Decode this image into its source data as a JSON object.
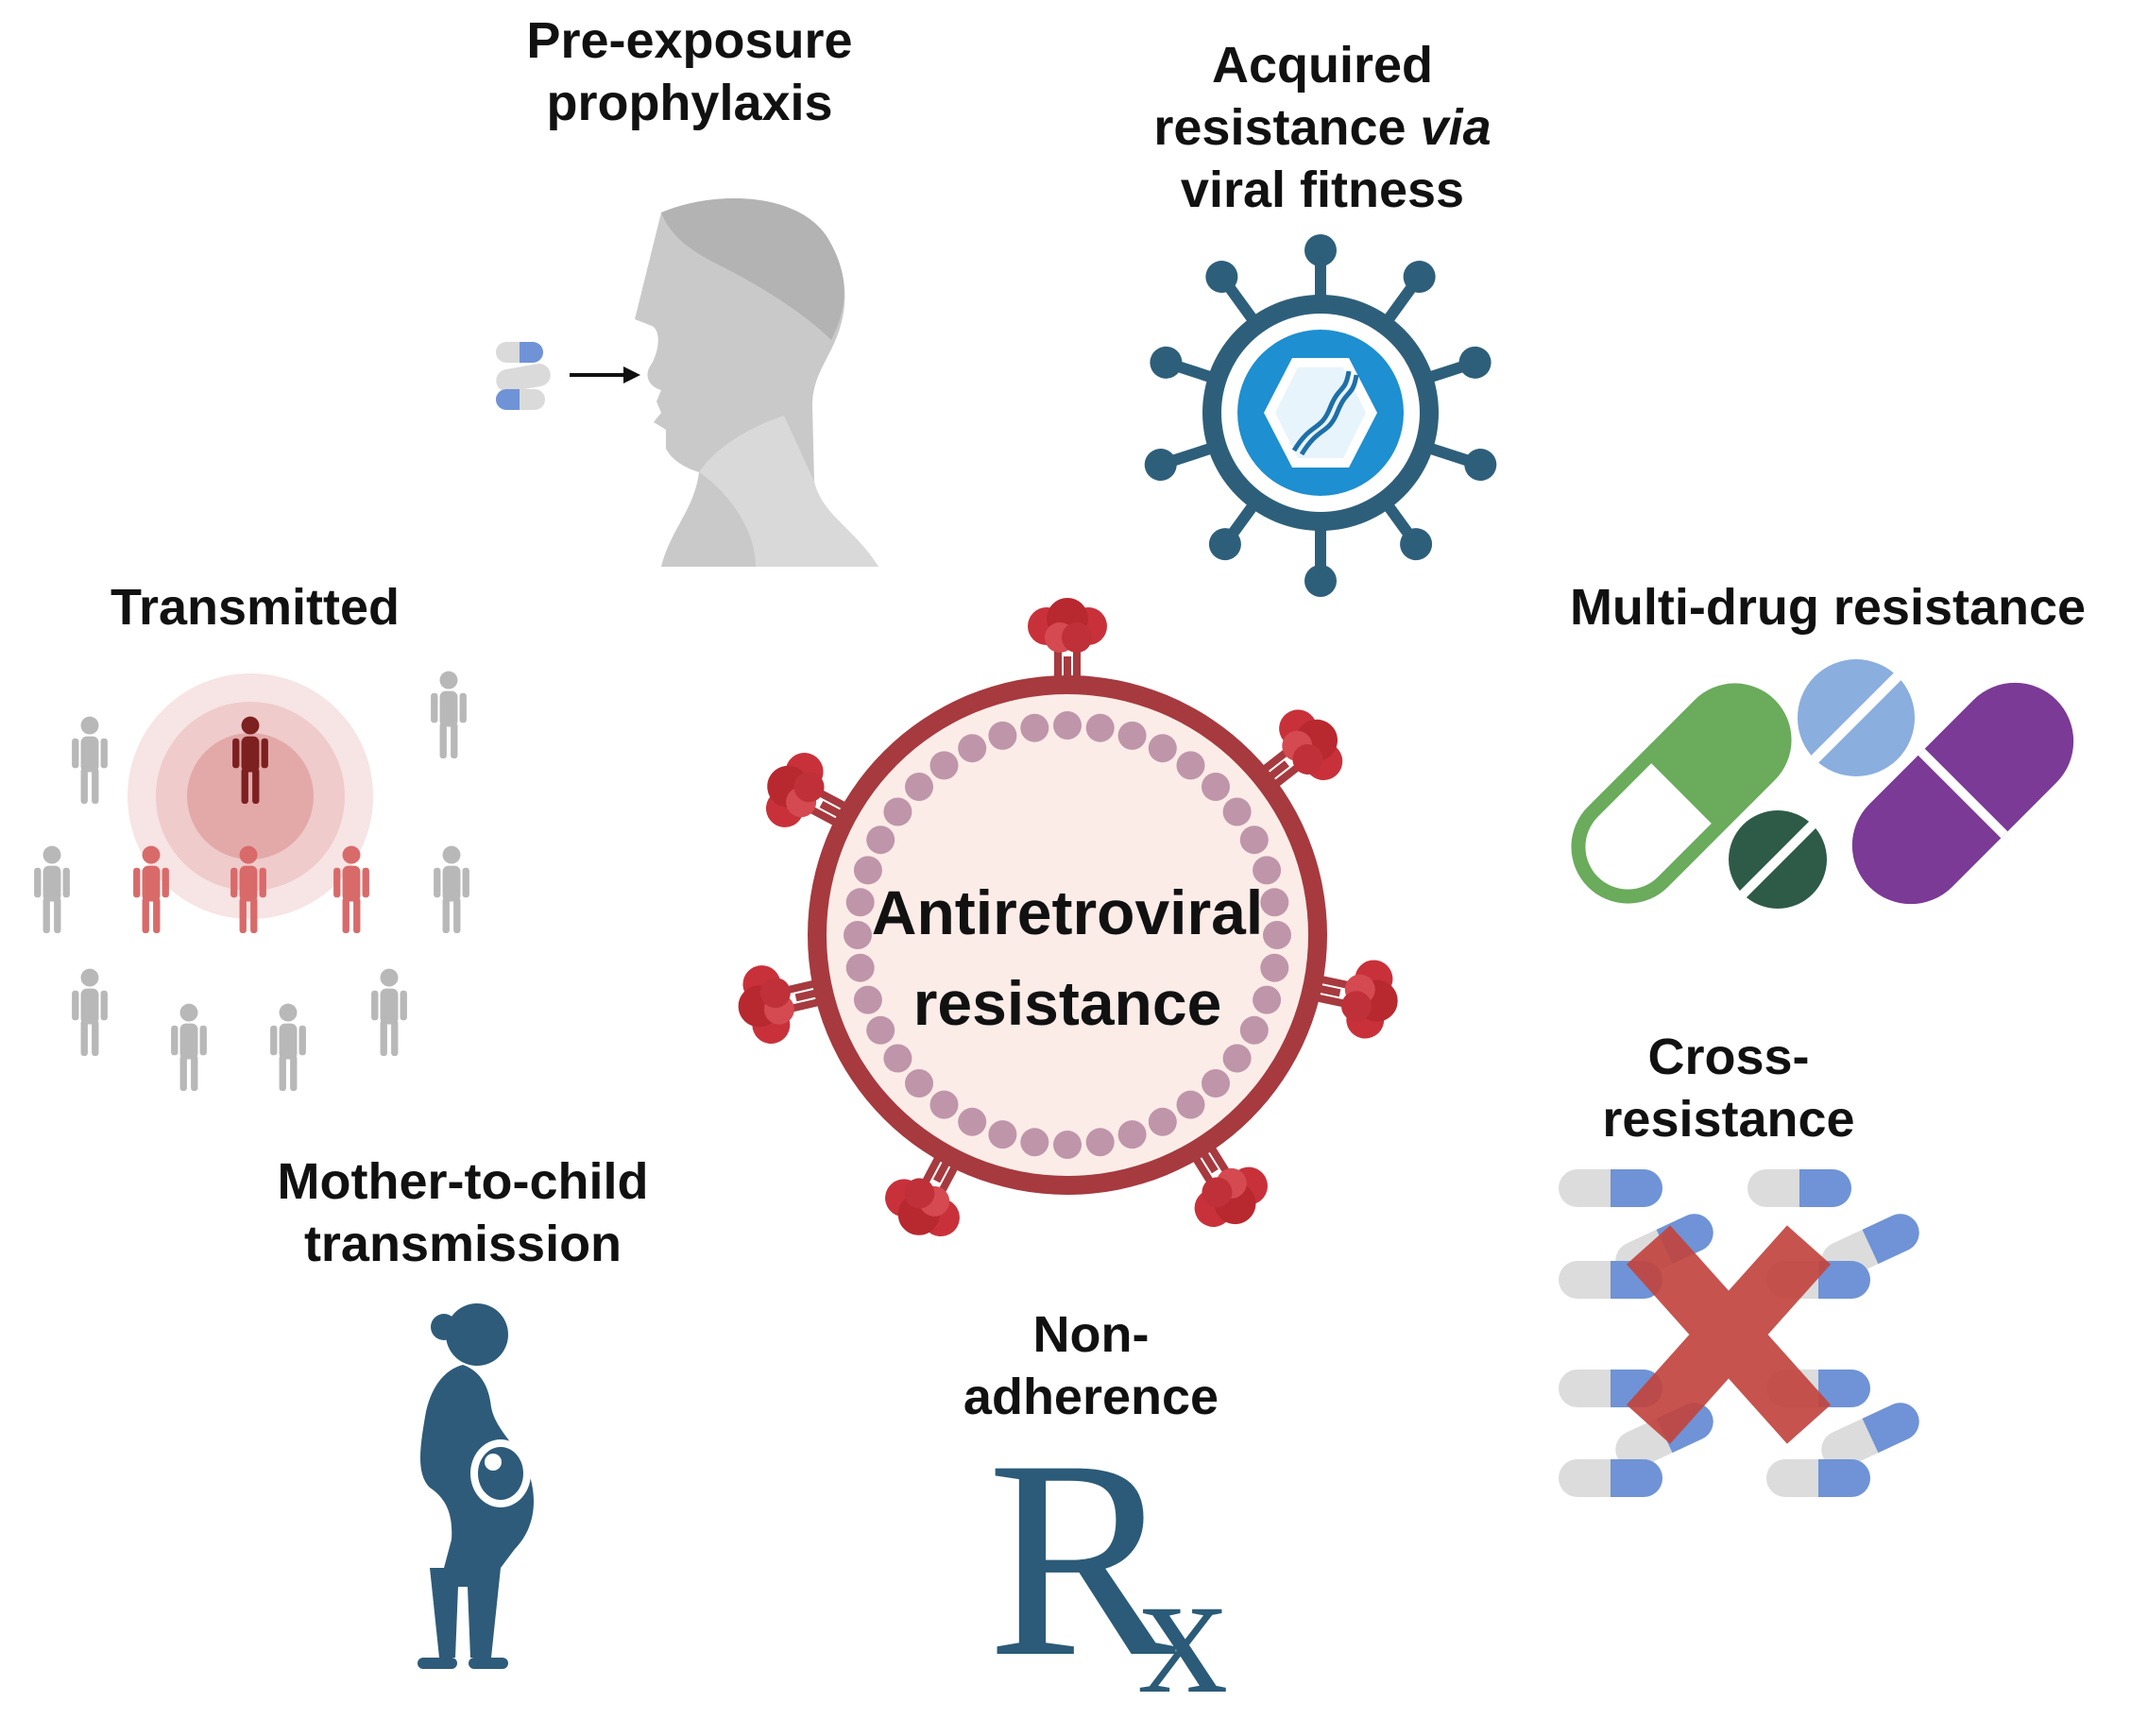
{
  "center": {
    "line1": "Antiretroviral",
    "line2": "resistance"
  },
  "labels": {
    "prep": {
      "line1": "Pre-exposure",
      "line2": "prophylaxis"
    },
    "acquired": {
      "line1": "Acquired",
      "line2_main": "resistance ",
      "line2_italic": "via",
      "line3": "viral fitness"
    },
    "transmitted": "Transmitted",
    "multidrug": "Multi-drug resistance",
    "cross": {
      "line1": "Cross-",
      "line2": "resistance"
    },
    "mtct": {
      "line1": "Mother-to-child",
      "line2": "transmission"
    },
    "nonadherence": {
      "line1": "Non-",
      "line2": "adherence"
    }
  },
  "icons": {
    "center": "hiv-virion-icon",
    "prep": "person-taking-pills-icon",
    "acquired": "virus-icon",
    "transmitted": "people-transmission-icon",
    "multidrug": "pills-icon",
    "cross": "crossed-pills-icon",
    "mtct": "pregnant-woman-icon",
    "nonadherence": "rx-icon"
  },
  "rx_symbol": {
    "main": "R",
    "sub": "x"
  },
  "colors": {
    "virion_ring": "#a63a3f",
    "virion_fill": "#fcece8",
    "spike": "#c9313a",
    "bead": "#bf95aa",
    "virus_blue": "#2e5f7a",
    "teal": "#2b5b78",
    "green_pill": "#6aab5c",
    "purple_pill": "#7a3a96",
    "blue_pill": "#8aaede",
    "dark_green": "#2e5b48",
    "cross_red": "#c24540",
    "gray_person": "#b8b8b8",
    "red_person": "#d96a6a",
    "dark_red_person": "#7d2020"
  }
}
